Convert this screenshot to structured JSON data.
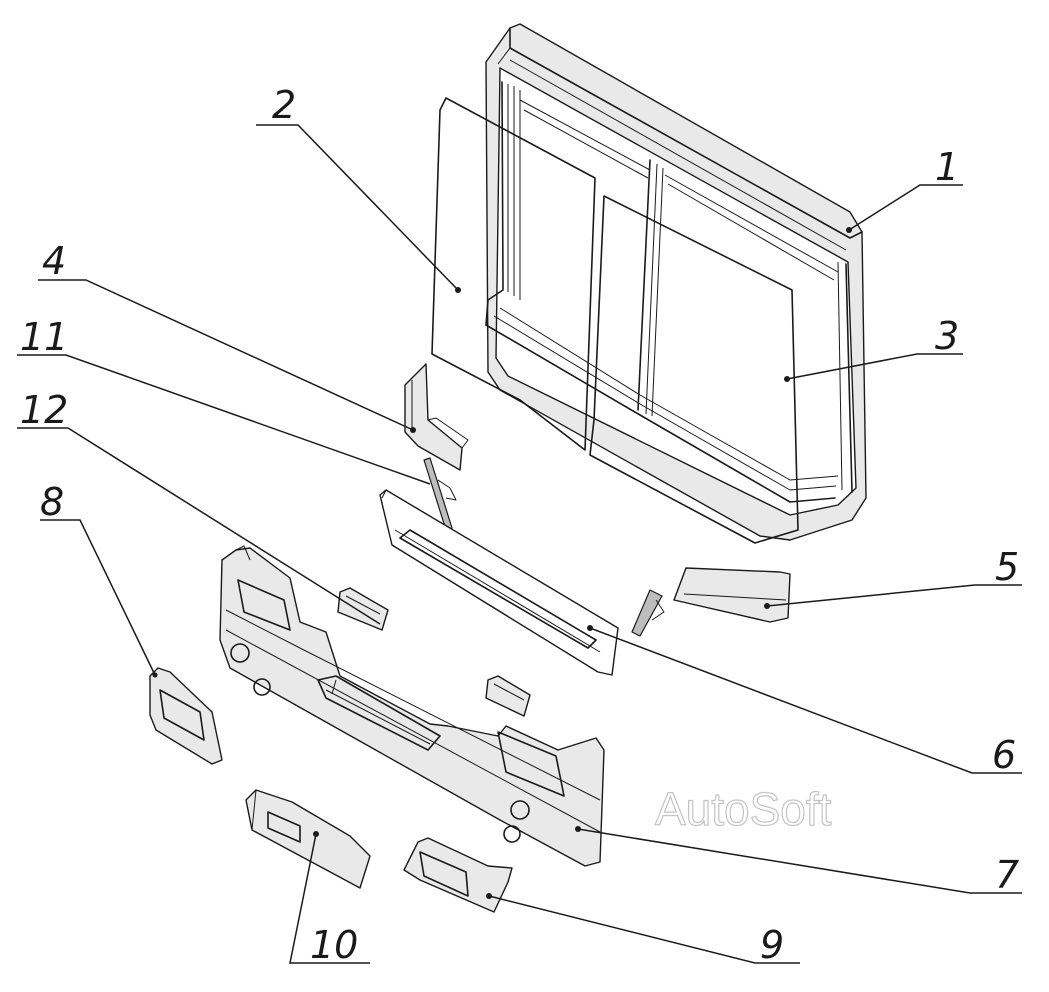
{
  "watermark": "AutoSoft",
  "callouts": {
    "c1": "1",
    "c2": "2",
    "c3": "3",
    "c4": "4",
    "c5": "5",
    "c6": "6",
    "c7": "7",
    "c8": "8",
    "c9": "9",
    "c10": "10",
    "c11": "11",
    "c12": "12"
  }
}
